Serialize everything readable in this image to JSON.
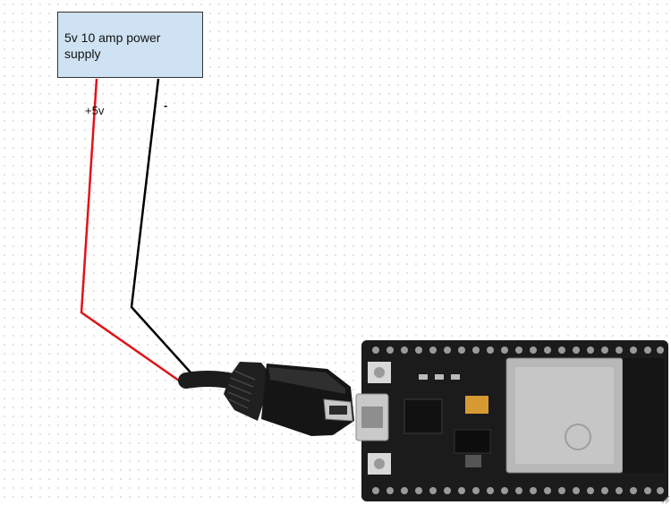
{
  "power_supply": {
    "label": "5v 10 amp power supply"
  },
  "terminals": {
    "positive_label": "+5v",
    "negative_label": "-"
  },
  "colors": {
    "positive_wire": "#e0141a",
    "negative_wire": "#000000",
    "box_fill": "#cfe2f3"
  },
  "icons": [
    "micro-usb-connector",
    "esp32-dev-board",
    "resize-handle"
  ]
}
